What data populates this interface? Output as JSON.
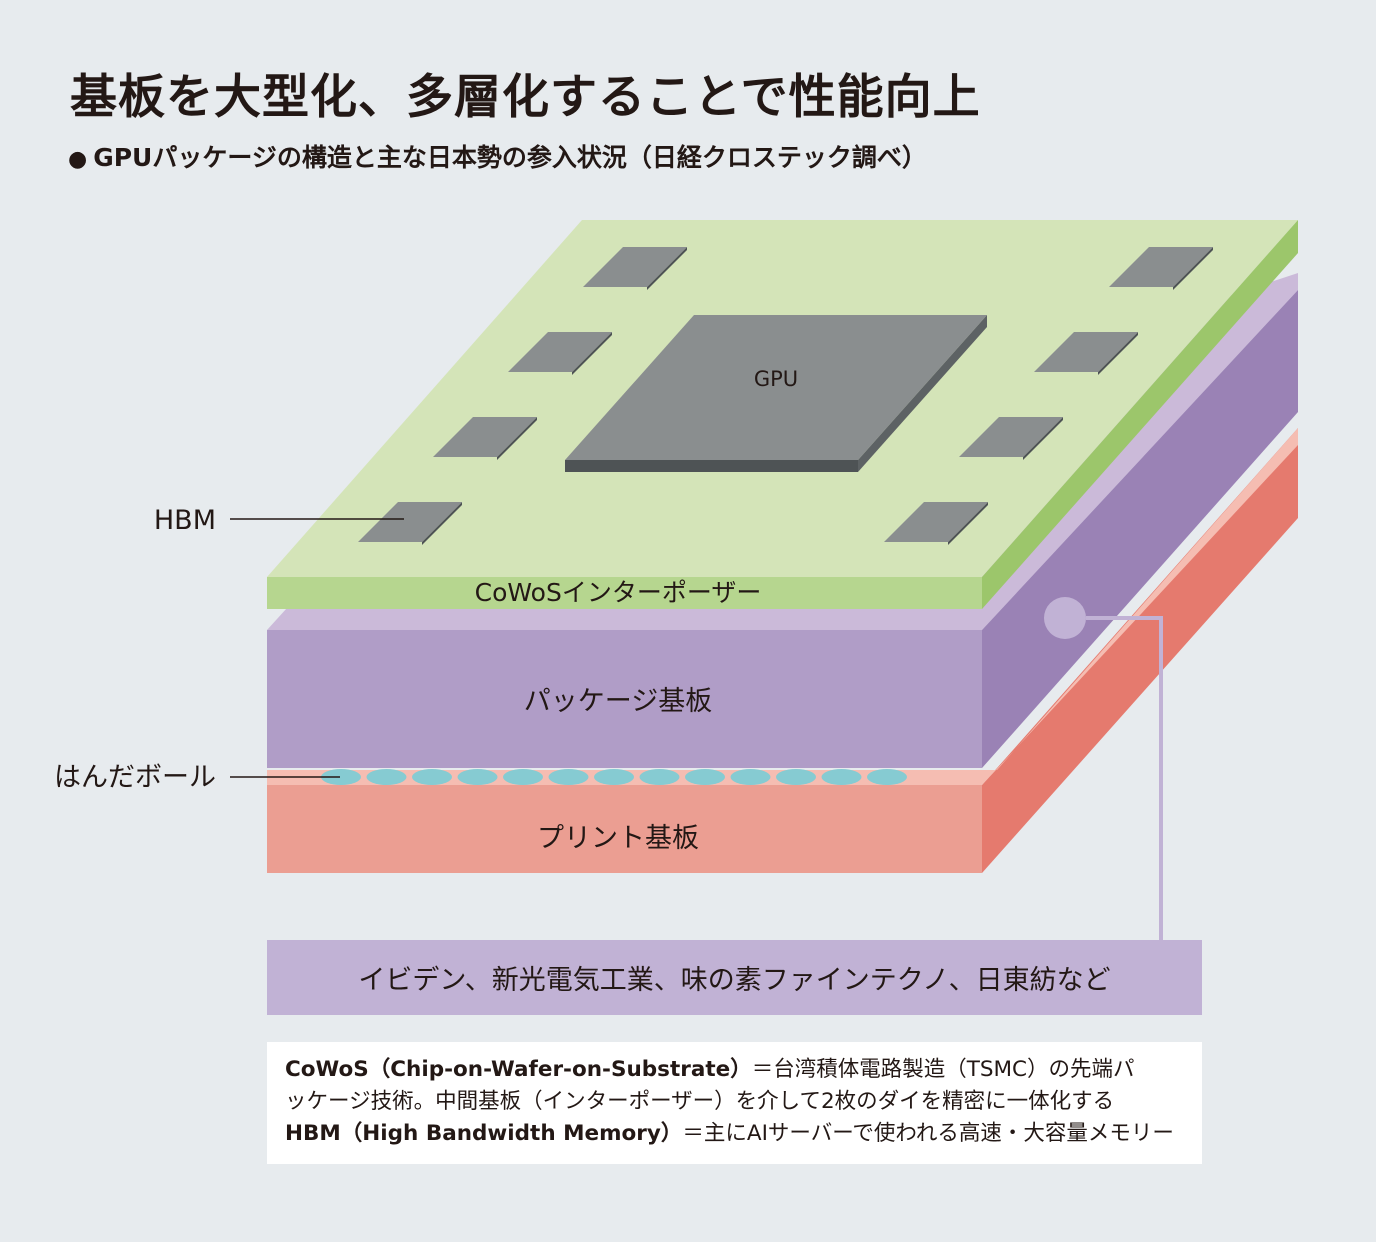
{
  "title": "基板を大型化、多層化することで性能向上",
  "subtitle": "GPUパッケージの構造と主な日本勢の参入状況（日経クロステック調べ）",
  "diagram": {
    "gpu_label": "GPU",
    "hbm_label": "HBM",
    "interposer_label": "CoWoSインターポーザー",
    "package_label": "パッケージ基板",
    "solder_label": "はんだボール",
    "pcb_label": "プリント基板",
    "companies": "イビデン、新光電気工業、味の素ファインテクノ、日東紡など"
  },
  "notes": {
    "cowos_term": "CoWoS（Chip-on-Wafer-on-Substrate）",
    "cowos_def_1": "＝台湾積体電路製造（TSMC）の先端パ",
    "cowos_def_2": "ッケージ技術。中間基板（インターポーザー）を介して2枚のダイを精密に一体化する",
    "hbm_term": "HBM（High Bandwidth Memory）",
    "hbm_def": "＝主にAIサーバーで使われる高速・大容量メモリー"
  },
  "colors": {
    "interposer_top": "#d4e4b8",
    "interposer_front": "#b6d68f",
    "interposer_side": "#9cc66b",
    "package_front": "#b09dc7",
    "package_side": "#9a82b5",
    "package_top": "#cbbad9",
    "pcb_front": "#eb9e92",
    "pcb_side": "#e57a6e",
    "pcb_top": "#f5bdb2",
    "chip": "#8a8e8f",
    "chip_edge": "#4e5355",
    "solder": "#86cbd2",
    "callout_dot": "#c1b2d5"
  }
}
